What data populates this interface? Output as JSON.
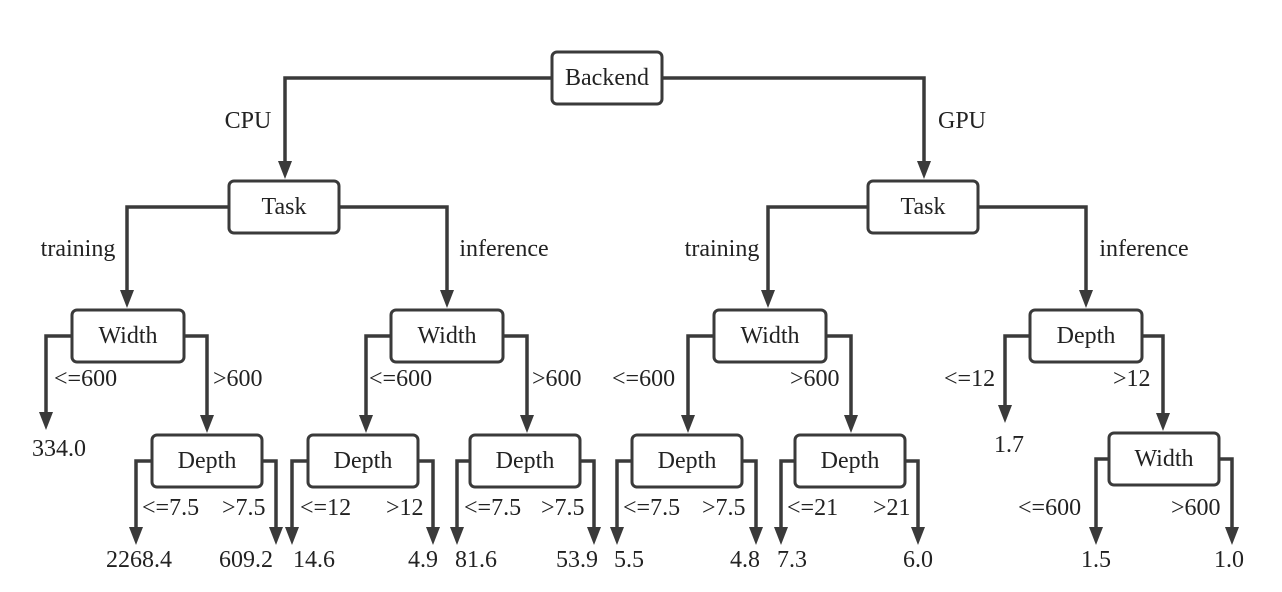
{
  "tree": {
    "nodes": [
      {
        "id": "n_backend",
        "label": "Backend"
      },
      {
        "id": "n_task_cpu",
        "label": "Task"
      },
      {
        "id": "n_task_gpu",
        "label": "Task"
      },
      {
        "id": "n_w1",
        "label": "Width"
      },
      {
        "id": "n_w2",
        "label": "Width"
      },
      {
        "id": "n_w3",
        "label": "Width"
      },
      {
        "id": "n_d4",
        "label": "Depth"
      },
      {
        "id": "n_d1",
        "label": "Depth"
      },
      {
        "id": "n_d2",
        "label": "Depth"
      },
      {
        "id": "n_d3",
        "label": "Depth"
      },
      {
        "id": "n_d5",
        "label": "Depth"
      },
      {
        "id": "n_d6",
        "label": "Depth"
      },
      {
        "id": "n_w4",
        "label": "Width"
      }
    ],
    "edges": [
      {
        "id": "e_cpu",
        "label": "CPU"
      },
      {
        "id": "e_gpu",
        "label": "GPU"
      },
      {
        "id": "e_cpu_train",
        "label": "training"
      },
      {
        "id": "e_cpu_inf",
        "label": "inference"
      },
      {
        "id": "e_gpu_train",
        "label": "training"
      },
      {
        "id": "e_gpu_inf",
        "label": "inference"
      },
      {
        "id": "e_w1_le",
        "label": "<=600"
      },
      {
        "id": "e_w1_gt",
        "label": ">600"
      },
      {
        "id": "e_w2_le",
        "label": "<=600"
      },
      {
        "id": "e_w2_gt",
        "label": ">600"
      },
      {
        "id": "e_w3_le",
        "label": "<=600"
      },
      {
        "id": "e_w3_gt",
        "label": ">600"
      },
      {
        "id": "e_d4_le",
        "label": "<=12"
      },
      {
        "id": "e_d4_gt",
        "label": ">12"
      },
      {
        "id": "e_d1_le",
        "label": "<=7.5"
      },
      {
        "id": "e_d1_gt",
        "label": ">7.5"
      },
      {
        "id": "e_d2_le",
        "label": "<=12"
      },
      {
        "id": "e_d2_gt",
        "label": ">12"
      },
      {
        "id": "e_d3_le",
        "label": "<=7.5"
      },
      {
        "id": "e_d3_gt",
        "label": ">7.5"
      },
      {
        "id": "e_d5_le",
        "label": "<=7.5"
      },
      {
        "id": "e_d5_gt",
        "label": ">7.5"
      },
      {
        "id": "e_d6_le",
        "label": "<=21"
      },
      {
        "id": "e_d6_gt",
        "label": ">21"
      },
      {
        "id": "e_w4_le",
        "label": "<=600"
      },
      {
        "id": "e_w4_gt",
        "label": ">600"
      }
    ],
    "leaves": [
      {
        "id": "l_334",
        "value": "334.0",
        "color": "#222222"
      },
      {
        "id": "l_2268",
        "value": "2268.4",
        "color": "#222222"
      },
      {
        "id": "l_609",
        "value": "609.2",
        "color": "#222222"
      },
      {
        "id": "l_14",
        "value": "14.6",
        "color": "#222222"
      },
      {
        "id": "l_4_9",
        "value": "4.9",
        "color": "#222222"
      },
      {
        "id": "l_81",
        "value": "81.6",
        "color": "#222222"
      },
      {
        "id": "l_53",
        "value": "53.9",
        "color": "#222222"
      },
      {
        "id": "l_5_5",
        "value": "5.5",
        "color": "#222222"
      },
      {
        "id": "l_4_8",
        "value": "4.8",
        "color": "#222222"
      },
      {
        "id": "l_7_3",
        "value": "7.3",
        "color": "#222222"
      },
      {
        "id": "l_6_0",
        "value": "6.0",
        "color": "#222222"
      },
      {
        "id": "l_1_7",
        "value": "1.7",
        "color": "#1f3f66"
      },
      {
        "id": "l_1_5",
        "value": "1.5",
        "color": "#1f3f66"
      },
      {
        "id": "l_1_0",
        "value": "1.0",
        "color": "#1f3f66"
      }
    ]
  }
}
